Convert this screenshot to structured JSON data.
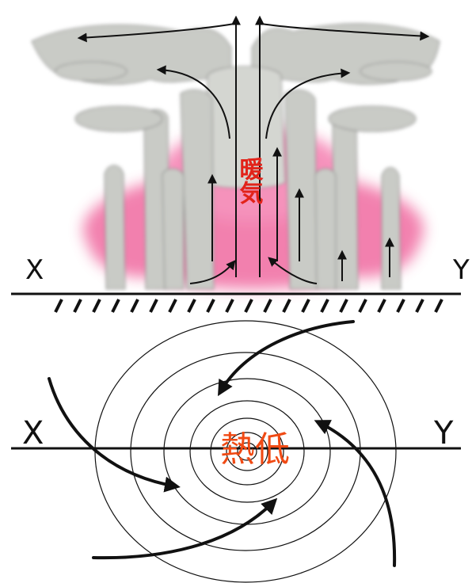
{
  "top_section": {
    "left_label": "X",
    "right_label": "Y",
    "center_label": "暖気"
  },
  "bottom_section": {
    "left_label": "X",
    "right_label": "Y",
    "center_label": "熱低"
  },
  "colors": {
    "warm_air": "#f06aa0",
    "cloud": "#c9cbc6",
    "label_red": "#e2231a",
    "label_orange": "#f04a14",
    "ink": "#111111"
  }
}
